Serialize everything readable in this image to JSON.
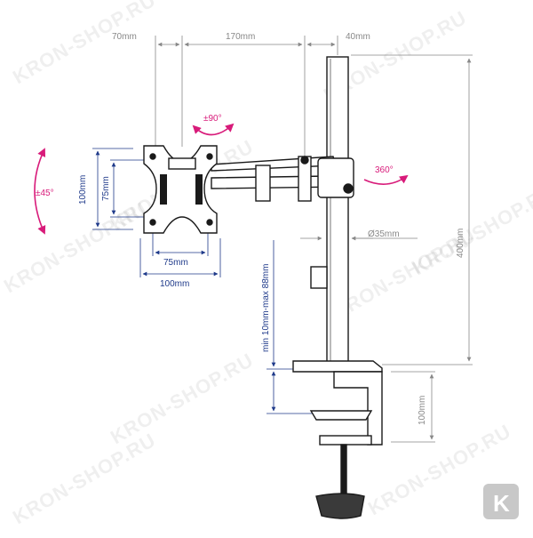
{
  "watermark": {
    "text": "KRON-SHOP.RU",
    "logo_letter": "K"
  },
  "dimensions": {
    "top_left": "70mm",
    "top_middle": "170mm",
    "top_right": "40mm",
    "height_total": "400mm",
    "pole_diameter": "Ø35mm",
    "clamp_height": "100mm",
    "desk_thickness": "min 10mm-max 88mm",
    "vesa_outer_width": "100mm",
    "vesa_inner_width": "75mm",
    "vesa_outer_height": "100mm",
    "vesa_inner_height": "75mm"
  },
  "rotations": {
    "tilt": "±45°",
    "swivel": "±90°",
    "pivot": "360°"
  },
  "colors": {
    "dim_gray": "#888888",
    "dim_blue": "#1f3a8a",
    "accent_pink": "#d81b7a",
    "hardware": "#1a1a1a"
  }
}
